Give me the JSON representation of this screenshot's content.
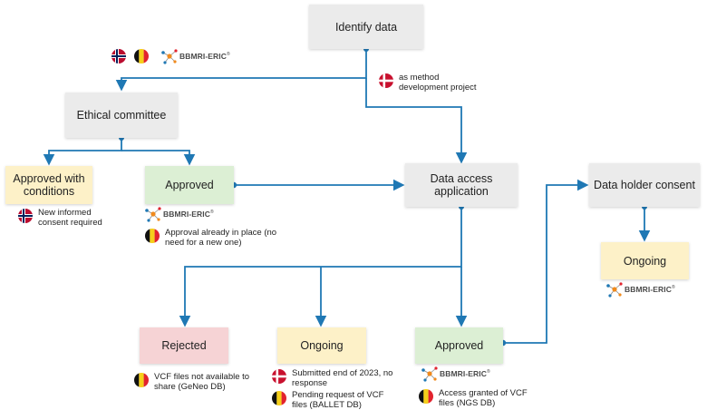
{
  "boxes": {
    "identify_data": "Identify data",
    "ethical_committee": "Ethical committee",
    "approved_with_conditions": "Approved with conditions",
    "ethics_approved": "Approved",
    "data_access_application": "Data access application",
    "data_holder_consent": "Data holder consent",
    "consent_ongoing": "Ongoing",
    "rejected": "Rejected",
    "application_ongoing": "Ongoing",
    "application_approved": "Approved"
  },
  "notes": {
    "method_development": "as method development project",
    "new_informed_consent": "New informed consent required",
    "approval_in_place": "Approval already in place (no need for a new one)",
    "vcf_not_available": "VCF files not available to share (GeNeo DB)",
    "submitted_no_response": "Submitted end of 2023, no response",
    "pending_vcf_request": "Pending request of VCF files (BALLET DB)",
    "access_granted_vcf": "Access granted of VCF files (NGS DB)"
  },
  "logo": {
    "text": "BBMRI-ERIC",
    "mark": "®"
  },
  "flag_icons": [
    "norway-flag-icon",
    "belgium-flag-icon",
    "denmark-flag-icon"
  ],
  "colors": {
    "connector": "#1f78b4",
    "gray_box": "#ebebeb",
    "yellow_box": "#fdf1c8",
    "green_box": "#dcefd4",
    "red_box": "#f6d3d5"
  }
}
